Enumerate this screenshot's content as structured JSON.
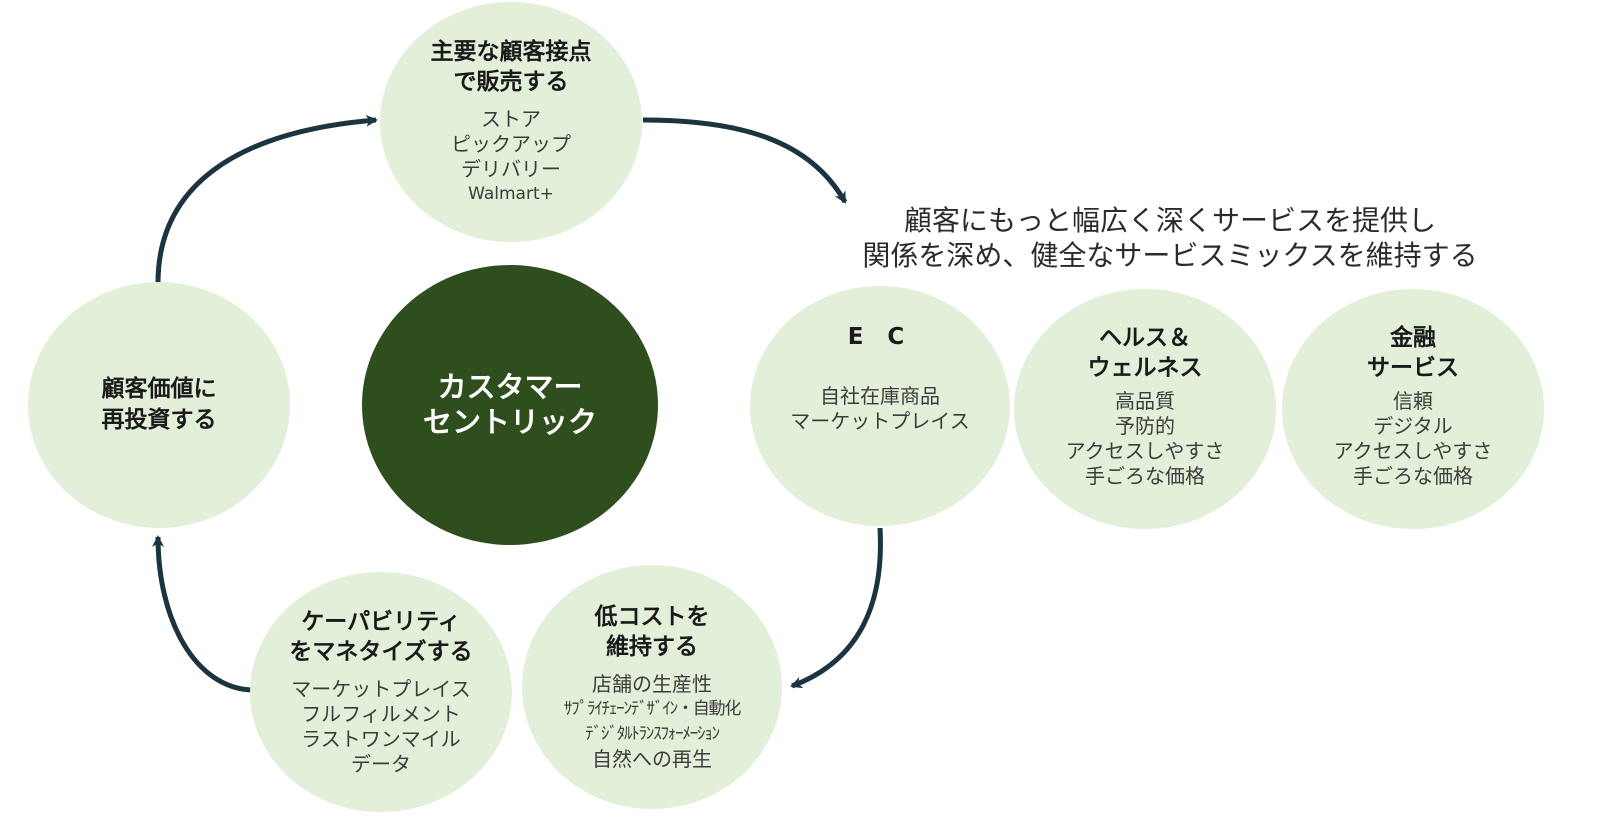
{
  "colors": {
    "light_circle": "#e2efd9",
    "center_circle": "#2e4e1d",
    "arrow": "#1c3340"
  },
  "headline": {
    "line1": "顧客にもっと幅広く深くサービスを提供し",
    "line2": "関係を深め、健全なサービスミックスを維持する"
  },
  "center": {
    "title": "カスタマー\nセントリック"
  },
  "sell": {
    "title": "主要な顧客接点\nで販売する",
    "items": [
      "ストア",
      "ピックアップ",
      "デリバリー",
      "Walmart+"
    ]
  },
  "reinvest": {
    "title": "顧客価値に\n再投資する"
  },
  "services": {
    "ec": {
      "title": "E C",
      "items": [
        "自社在庫商品",
        "マーケットプレイス"
      ]
    },
    "health": {
      "title": "ヘルス＆\nウェルネス",
      "items": [
        "高品質",
        "予防的",
        "アクセスしやすさ",
        "手ごろな価格"
      ]
    },
    "finance": {
      "title": "金融\nサービス",
      "items": [
        "信頼",
        "デジタル",
        "アクセスしやすさ",
        "手ごろな価格"
      ]
    }
  },
  "low_cost": {
    "title": "低コストを\n維持する",
    "items": [
      "店舗の生産性",
      "ｻﾌﾟﾗｲﾁｪｰﾝﾃﾞｻﾞｲﾝ・自動化",
      "ﾃﾞｼﾞﾀﾙﾄﾗﾝｽﾌｫｰﾒｰｼｮﾝ",
      "自然への再生"
    ]
  },
  "monetize": {
    "title": "ケーパビリティ\nをマネタイズする",
    "items": [
      "マーケットプレイス",
      "フルフィルメント",
      "ラストワンマイル",
      "データ"
    ]
  }
}
